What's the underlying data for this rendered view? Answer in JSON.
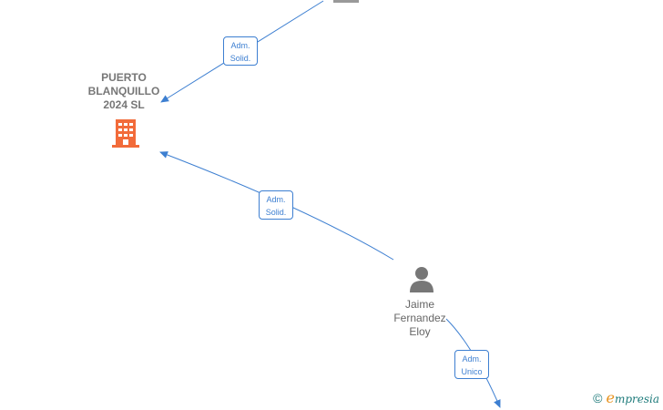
{
  "nodes": {
    "company": {
      "name_lines": [
        "PUERTO",
        "BLANQUILLO",
        "2024  SL"
      ],
      "icon": "building-icon",
      "color": "#f26b3a"
    },
    "person": {
      "name_lines": [
        "Jaime",
        "Fernandez",
        "Eloy"
      ],
      "icon": "person-icon",
      "color": "#777777"
    }
  },
  "edges": [
    {
      "id": "edge-top",
      "label_lines": [
        "Adm.",
        "Solid."
      ]
    },
    {
      "id": "edge-middle",
      "label_lines": [
        "Adm.",
        "Solid."
      ]
    },
    {
      "id": "edge-bottom",
      "label_lines": [
        "Adm.",
        "Unico"
      ]
    }
  ],
  "colors": {
    "edge": "#3d7fd1"
  },
  "watermark": {
    "copyright": "©",
    "brand_e": "e",
    "brand_rest": "mpresia"
  }
}
